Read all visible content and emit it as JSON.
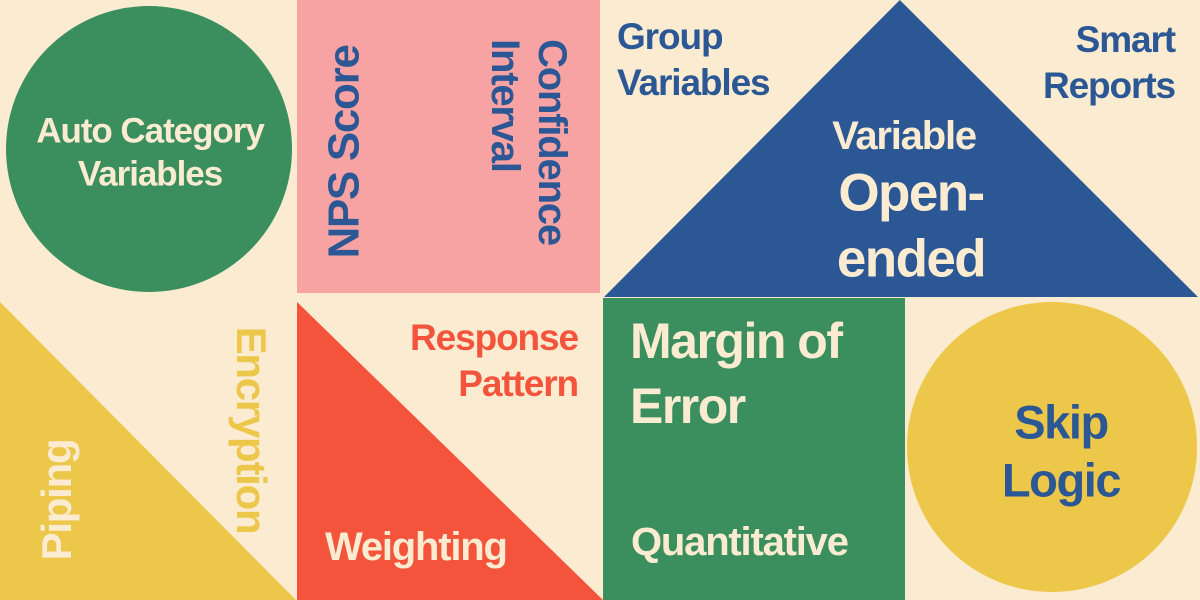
{
  "palette": {
    "cream": "#FAEBD1",
    "pink": "#F7A3A3",
    "blue": "#2B5795",
    "green": "#3B8E5E",
    "yellow": "#EDC749",
    "red": "#F4543C"
  },
  "labels": {
    "auto_category": "Auto Category\nVariables",
    "nps_score": "NPS Score",
    "confidence_interval": "Confidence\nInterval",
    "group_variables": "Group\nVariables",
    "smart_reports": "Smart\nReports",
    "variable": "Variable",
    "open_ended": "Open-ended",
    "piping": "Piping",
    "encryption": "Encryption",
    "response_pattern": "Response\nPattern",
    "weighting": "Weighting",
    "margin_of_error": "Margin of\nError",
    "quantitative": "Quantitative",
    "skip_logic": "Skip Logic"
  }
}
